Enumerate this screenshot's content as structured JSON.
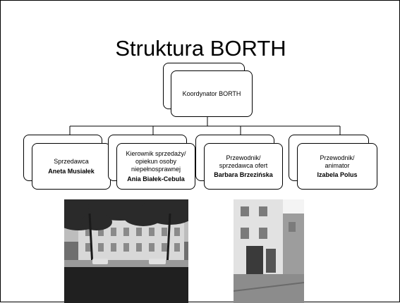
{
  "slide": {
    "title": "Struktura BORTH"
  },
  "org_chart": {
    "root": {
      "label": "Koordynator BORTH"
    },
    "children": [
      {
        "role_lines": [
          "Sprzedawca"
        ],
        "name": "Aneta Musiałek"
      },
      {
        "role_lines": [
          "Kierownik sprzedaży/",
          "opiekun osoby",
          "niepełnosprawnej"
        ],
        "name": "Ania Białek-Cebula"
      },
      {
        "role_lines": [
          "Przewodnik/",
          "sprzedawca ofert"
        ],
        "name": "Barbara Brzezińska"
      },
      {
        "role_lines": [
          "Przewodnik/",
          "animator"
        ],
        "name": "Izabela Polus"
      }
    ]
  },
  "photos": [
    {
      "description": "black-and-white photo of a town square with trees and buildings"
    },
    {
      "description": "black-and-white photo of a street with buildings"
    }
  ]
}
